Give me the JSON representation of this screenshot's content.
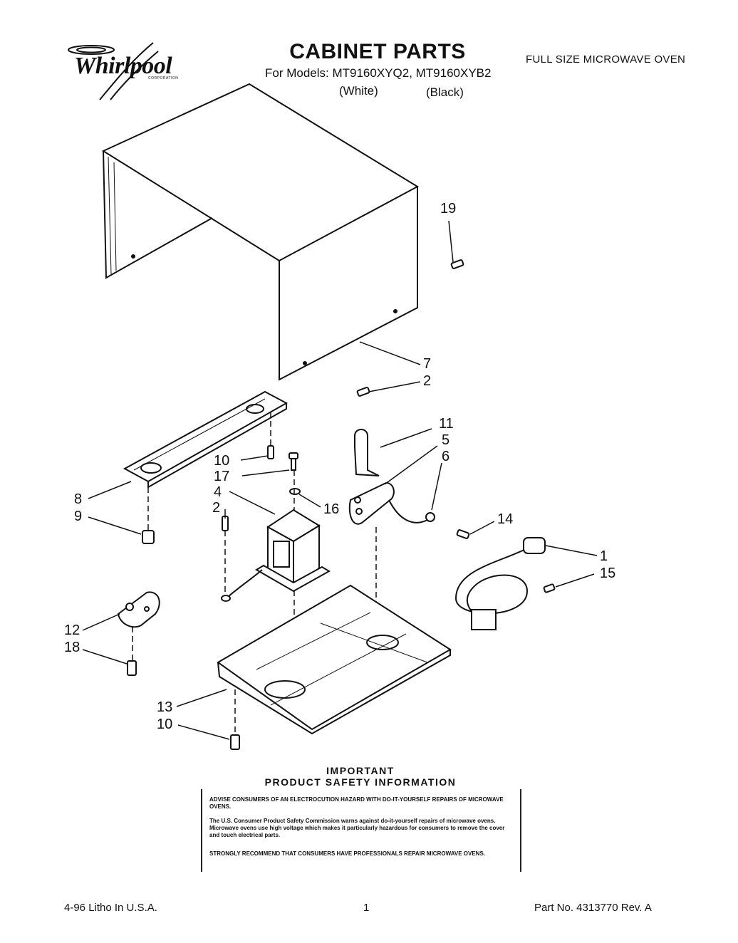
{
  "brand": {
    "name": "Whirlpool",
    "sub": "CORPORATION"
  },
  "header": {
    "title": "CABINET PARTS",
    "models_line": "For Models: MT9160XYQ2, MT9160XYB2",
    "variant_white": "(White)",
    "variant_black": "(Black)",
    "product_type": "FULL SIZE MICROWAVE OVEN"
  },
  "callouts": {
    "c19": "19",
    "c7": "7",
    "c2a": "2",
    "c11": "11",
    "c5": "5",
    "c6": "6",
    "c10a": "10",
    "c17": "17",
    "c4": "4",
    "c2b": "2",
    "c16": "16",
    "c8": "8",
    "c9": "9",
    "c14": "14",
    "c1": "1",
    "c15": "15",
    "c12": "12",
    "c18": "18",
    "c13": "13",
    "c10b": "10"
  },
  "safety": {
    "heading1": "IMPORTANT",
    "heading2": "PRODUCT SAFETY INFORMATION",
    "p1": "ADVISE CONSUMERS OF AN ELECTROCUTION HAZARD WITH DO-IT-YOURSELF REPAIRS OF MICROWAVE OVENS.",
    "p2": "The U.S. Consumer Product Safety Commission warns against do-it-yourself repairs of microwave ovens. Microwave ovens use high voltage which makes it particularly hazardous for consumers to remove the cover and touch electrical parts.",
    "p3": "STRONGLY RECOMMEND THAT CONSUMERS HAVE PROFESSIONALS REPAIR MICROWAVE OVENS."
  },
  "footer": {
    "left": "4-96 Litho In U.S.A.",
    "page": "1",
    "right": "Part No. 4313770 Rev. A"
  }
}
